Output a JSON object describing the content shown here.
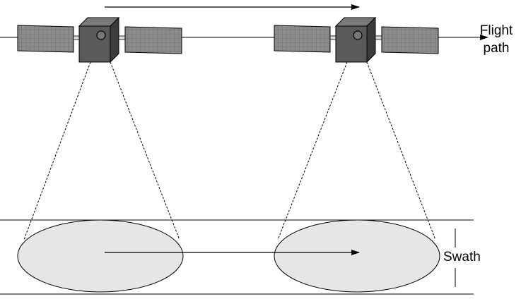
{
  "labels": {
    "flight_path_line1": "Flight",
    "flight_path_line2": "path",
    "swath": "Swath"
  },
  "colors": {
    "panel": "#8c8c8c",
    "body_front": "#5a5a5a",
    "body_side": "#3c3c3c",
    "body_top": "#7a7a7a",
    "footprint": "#e6e6e6",
    "line": "#000000"
  }
}
